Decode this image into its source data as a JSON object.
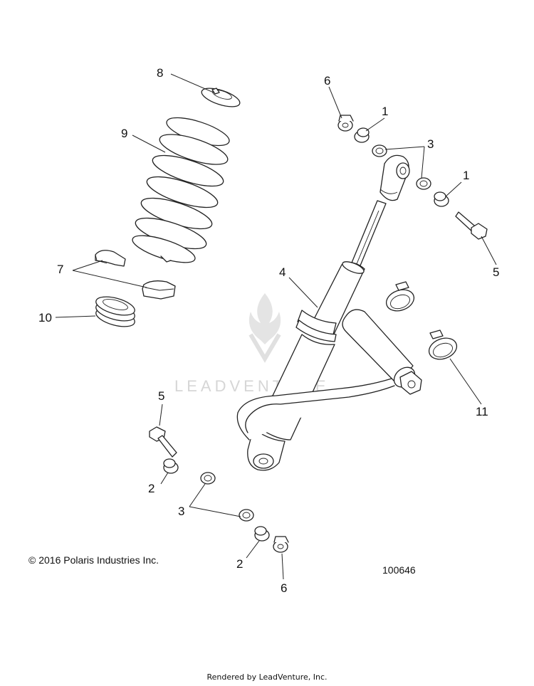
{
  "callouts": [
    {
      "id": "8",
      "text": "8"
    },
    {
      "id": "9",
      "text": "9"
    },
    {
      "id": "7",
      "text": "7"
    },
    {
      "id": "10",
      "text": "10"
    },
    {
      "id": "6a",
      "text": "6"
    },
    {
      "id": "1a",
      "text": "1"
    },
    {
      "id": "3a",
      "text": "3"
    },
    {
      "id": "1b",
      "text": "1"
    },
    {
      "id": "5a",
      "text": "5"
    },
    {
      "id": "4",
      "text": "4"
    },
    {
      "id": "11",
      "text": "11"
    },
    {
      "id": "5b",
      "text": "5"
    },
    {
      "id": "2a",
      "text": "2"
    },
    {
      "id": "3b",
      "text": "3"
    },
    {
      "id": "2b",
      "text": "2"
    },
    {
      "id": "6b",
      "text": "6"
    }
  ],
  "copyright": "© 2016 Polaris Industries Inc.",
  "diagram_number": "100646",
  "watermark": "LEADVENTURE",
  "footer": "Rendered by LeadVenture, Inc.",
  "colors": {
    "line": "#222222",
    "watermark": "#d6d6d6",
    "background": "#ffffff"
  }
}
